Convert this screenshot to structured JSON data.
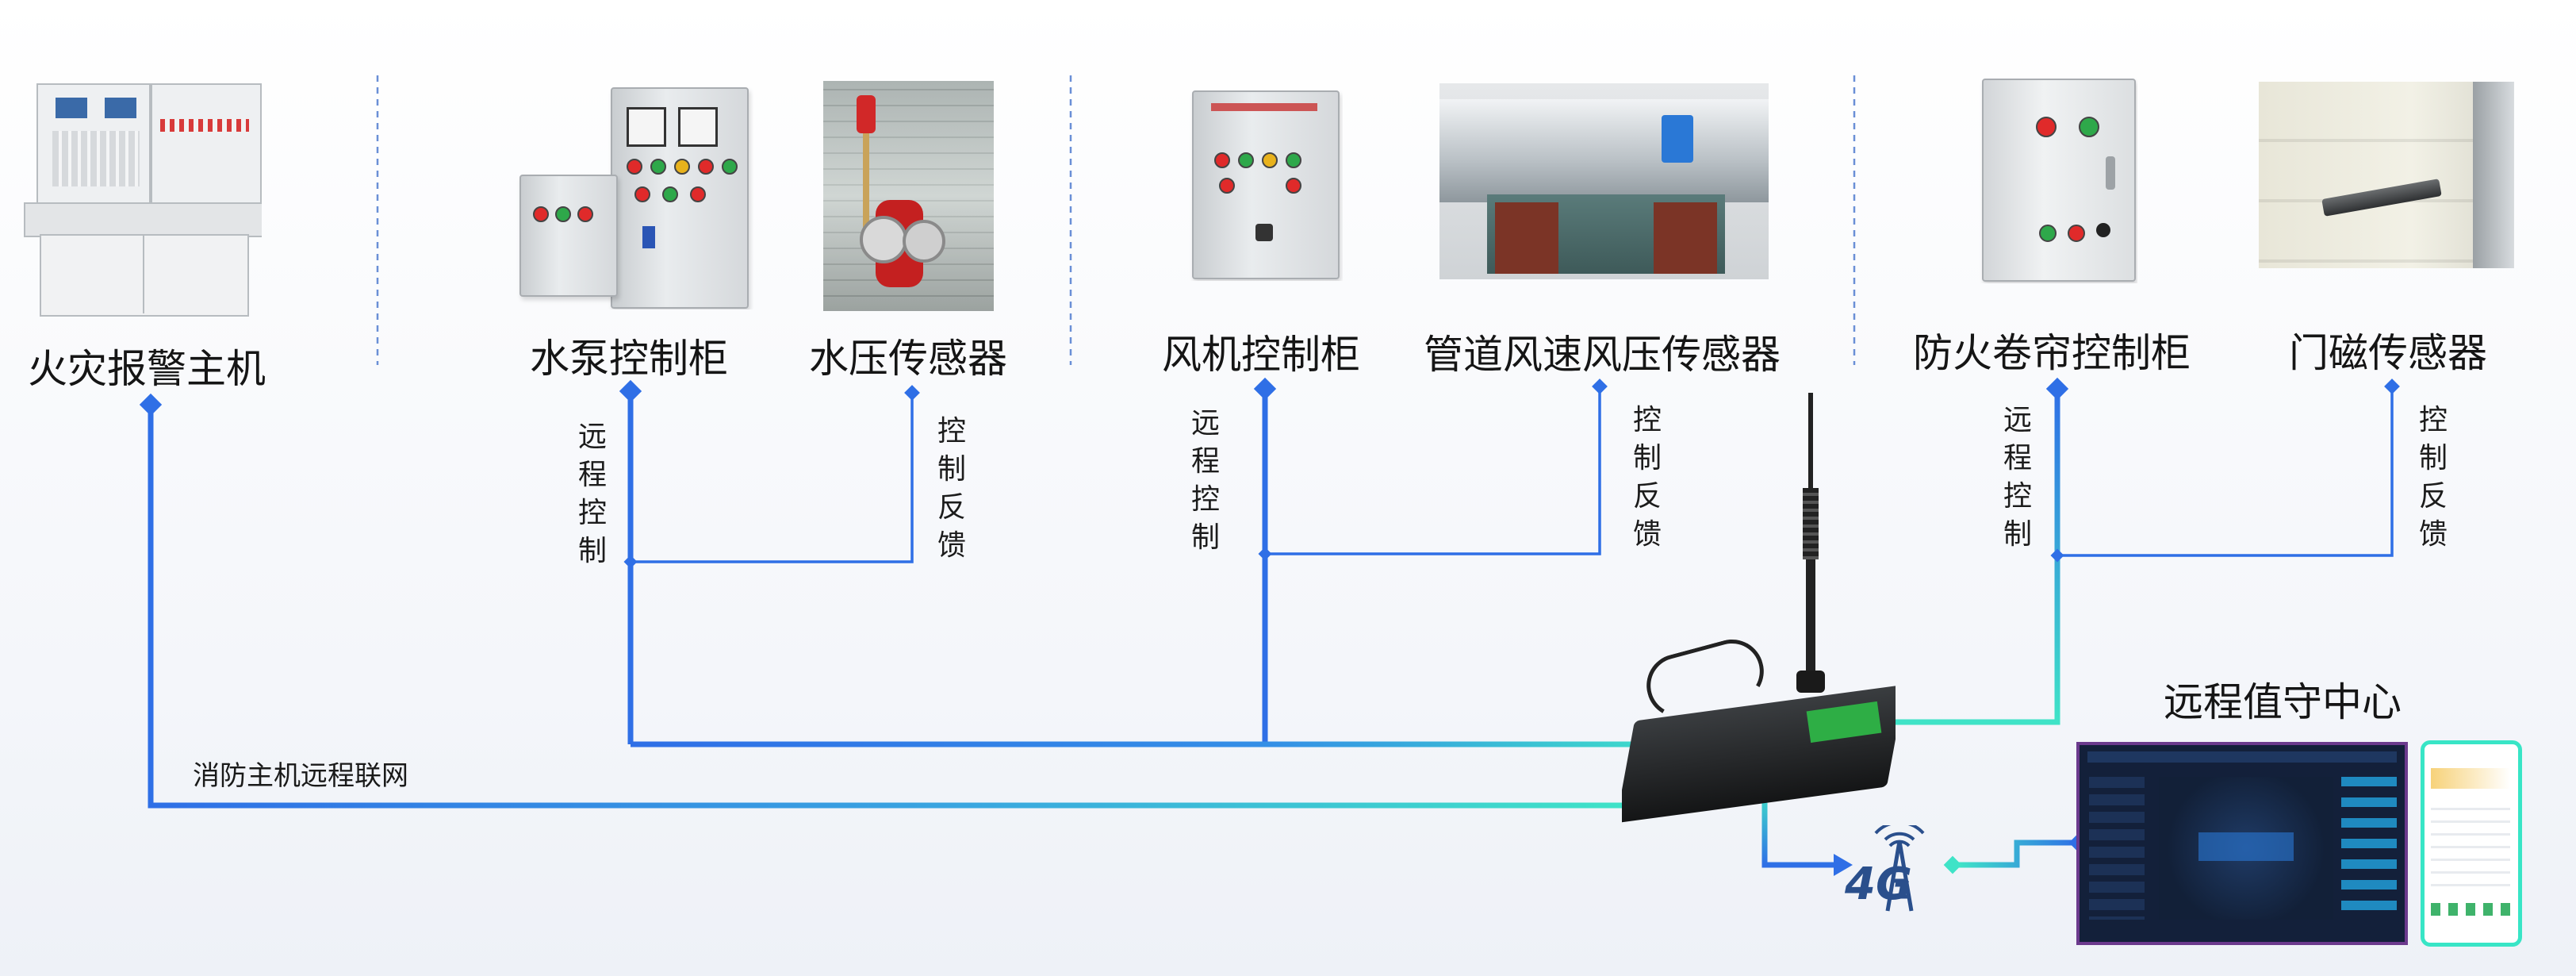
{
  "nodes": {
    "fire_alarm": "火灾报警主机",
    "pump_cabinet": "水泵控制柜",
    "pressure_sensor": "水压传感器",
    "fan_cabinet": "风机控制柜",
    "duct_sensor": "管道风速风压传感器",
    "shutter_cabinet": "防火卷帘控制柜",
    "door_sensor": "门磁传感器",
    "remote_center": "远程值守中心"
  },
  "edges": {
    "remote_control": "远程控制",
    "control_feedback": "控制反馈",
    "fire_network": "消防主机远程联网"
  },
  "badges": {
    "cellular": "4G"
  },
  "colors": {
    "wire_blue": "#2f6fe6",
    "wire_cyan": "#3fe3c7",
    "separator": "#6a8fd6"
  }
}
